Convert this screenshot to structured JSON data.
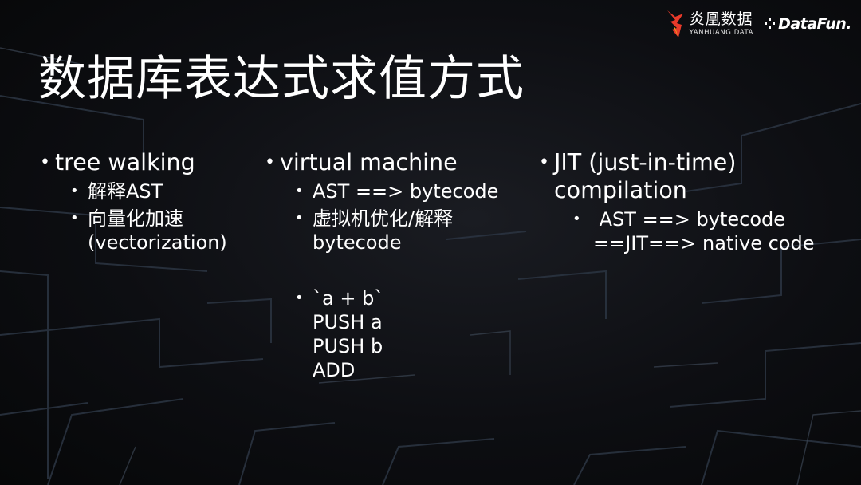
{
  "logos": {
    "yanhuang_cn": "炎凰数据",
    "yanhuang_en": "YANHUANG DATA",
    "datafun": "DataFun."
  },
  "title": "数据库表达式求值方式",
  "columns": [
    {
      "heading": "tree walking",
      "items": [
        {
          "lines": [
            "解释AST"
          ]
        },
        {
          "lines": [
            "向量化加速",
            "(vectorization)"
          ]
        }
      ]
    },
    {
      "heading": "virtual machine",
      "items": [
        {
          "lines": [
            "AST ==> bytecode"
          ]
        },
        {
          "lines": [
            "虚拟机优化/解释",
            "bytecode"
          ]
        },
        {
          "lines": [
            "`a + b`",
            "PUSH a",
            "PUSH b",
            "ADD"
          ]
        }
      ]
    },
    {
      "heading_lines": [
        "JIT (just-in-time)",
        "compilation"
      ],
      "items": [
        {
          "lines": [
            " AST ==> bytecode",
            "==JIT==> native code"
          ]
        }
      ]
    }
  ],
  "colors": {
    "background": "#0b0c0f",
    "text": "#ffffff",
    "logo_red": "#e83a2a",
    "logo_yellow": "#f5b21c"
  }
}
